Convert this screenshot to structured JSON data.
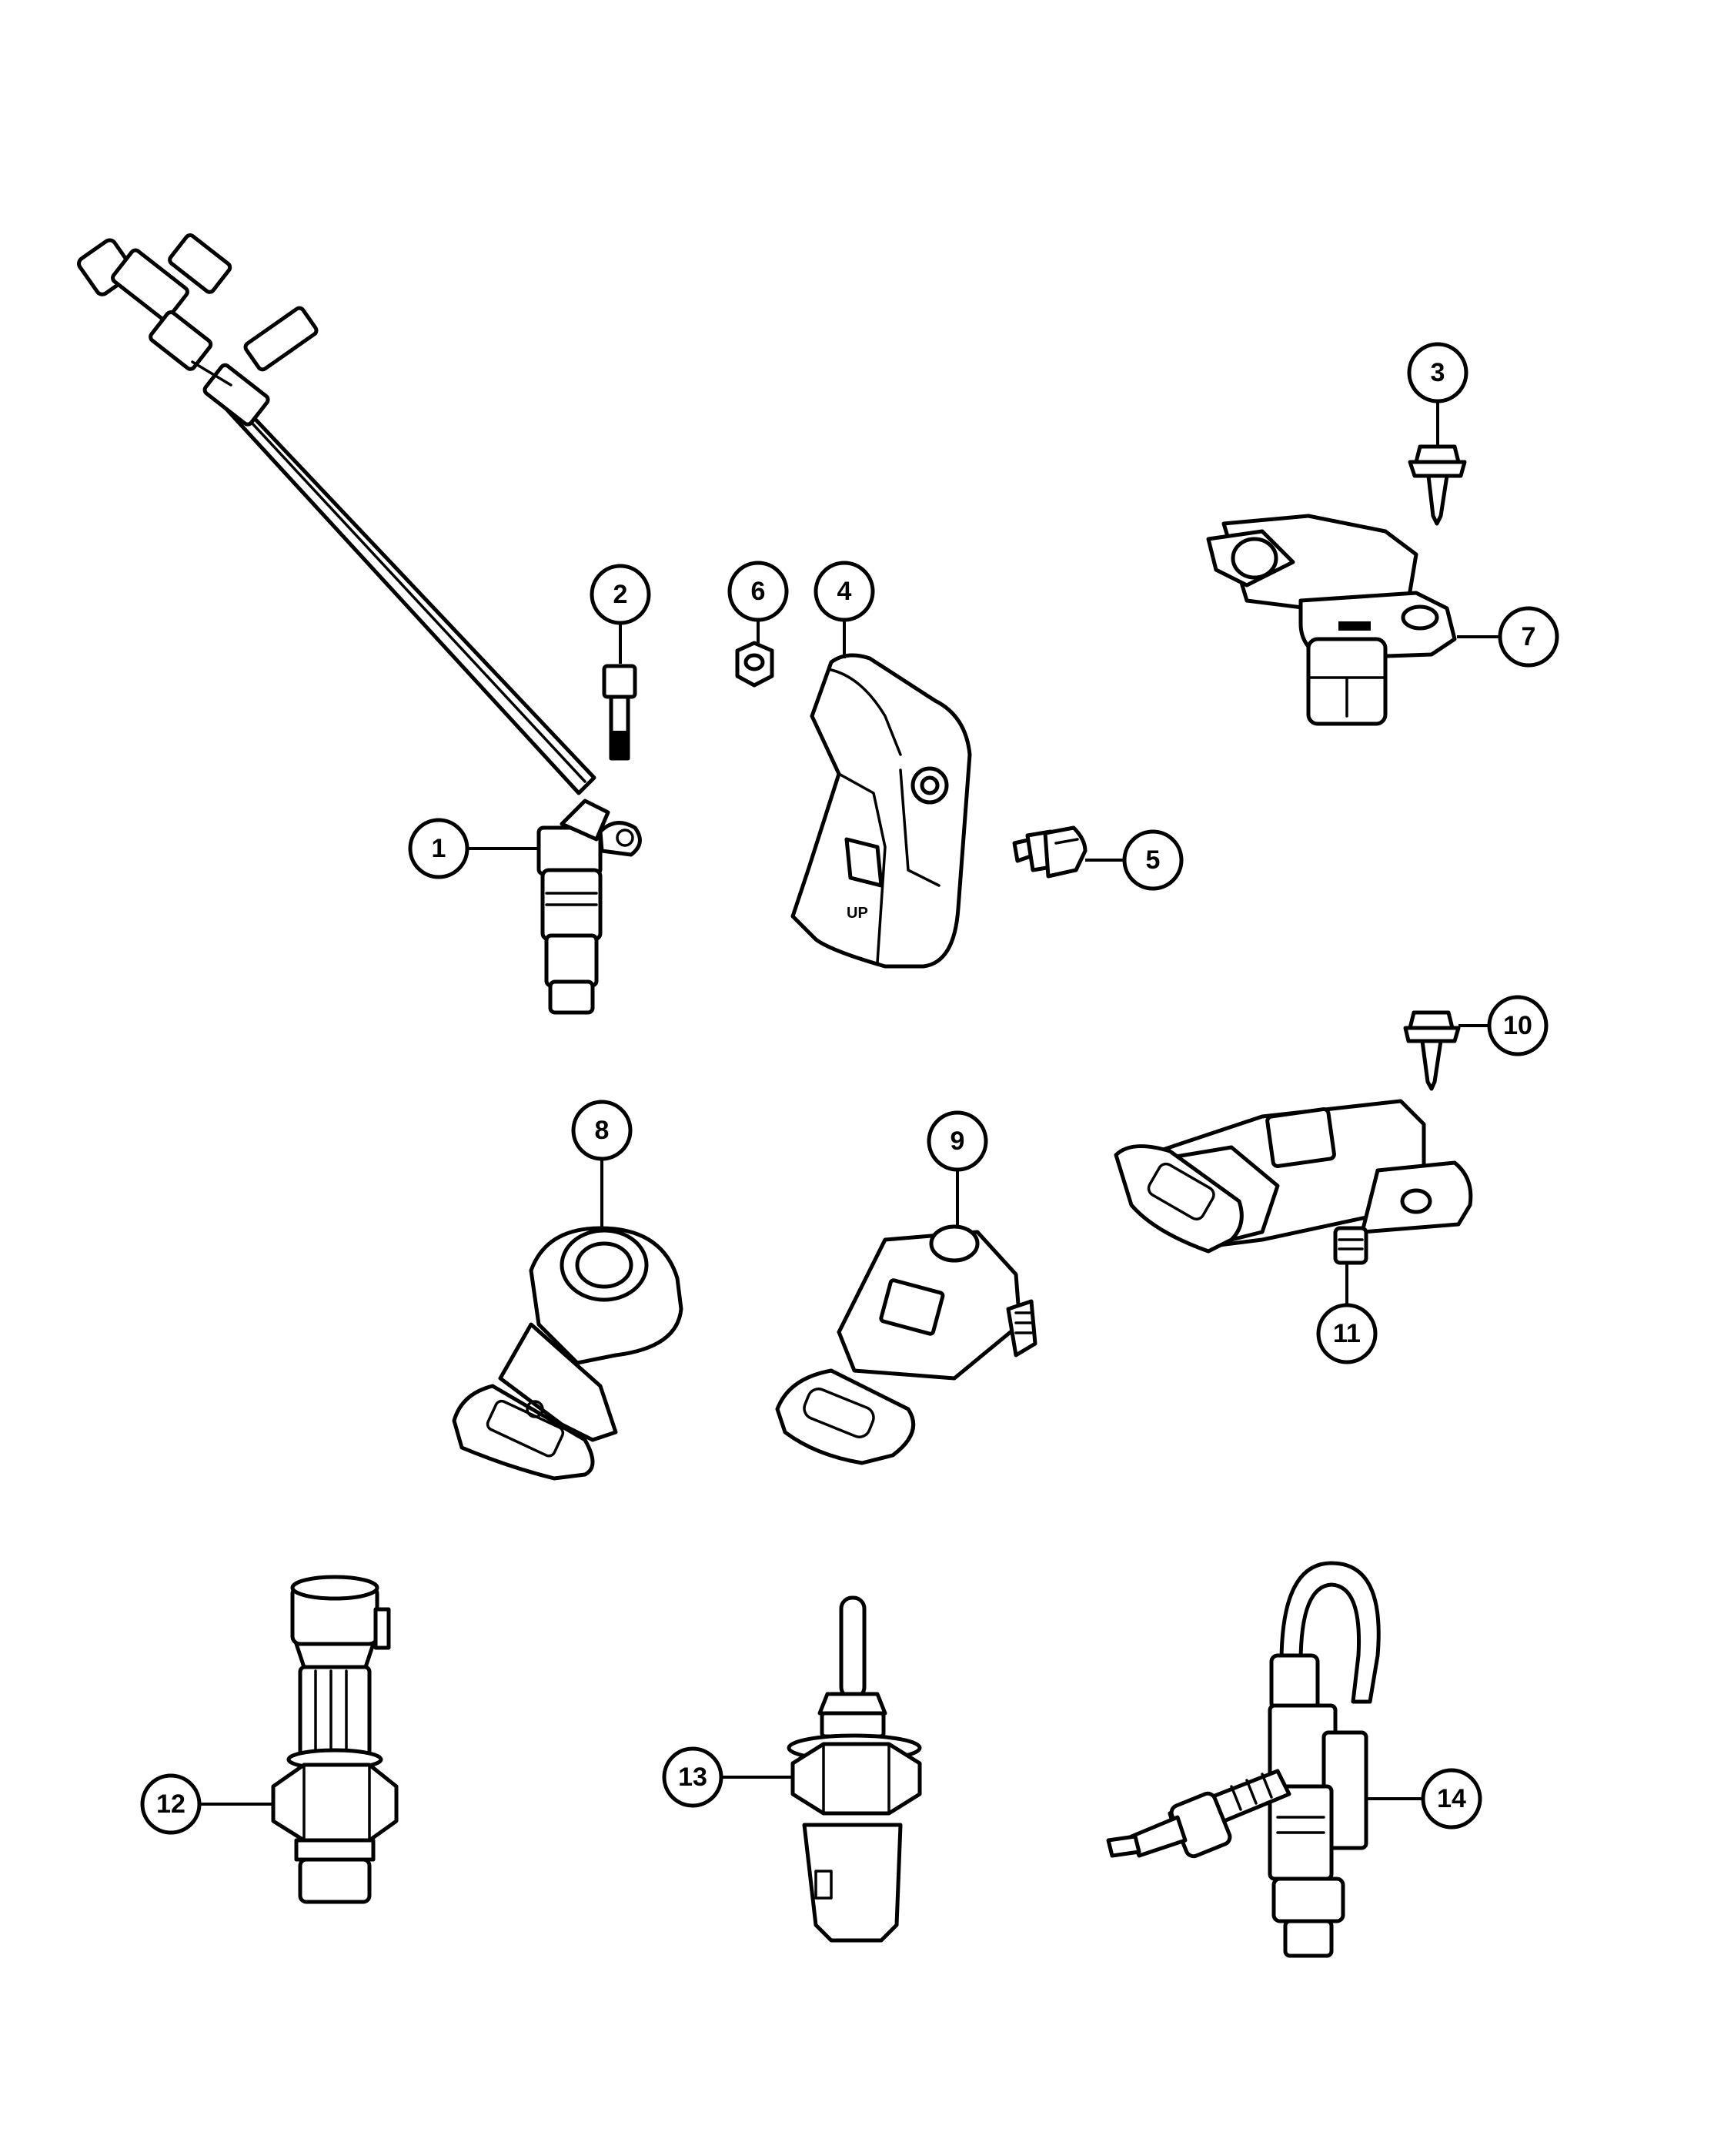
{
  "callouts": {
    "c1": "1",
    "c2": "2",
    "c3": "3",
    "c4": "4",
    "c5": "5",
    "c6": "6",
    "c7": "7",
    "c8": "8",
    "c9": "9",
    "c10": "10",
    "c11": "11",
    "c12": "12",
    "c13": "13",
    "c14": "14"
  },
  "bracket_stamp": "UP",
  "colors": {
    "line": "#000000",
    "background": "#ffffff"
  }
}
